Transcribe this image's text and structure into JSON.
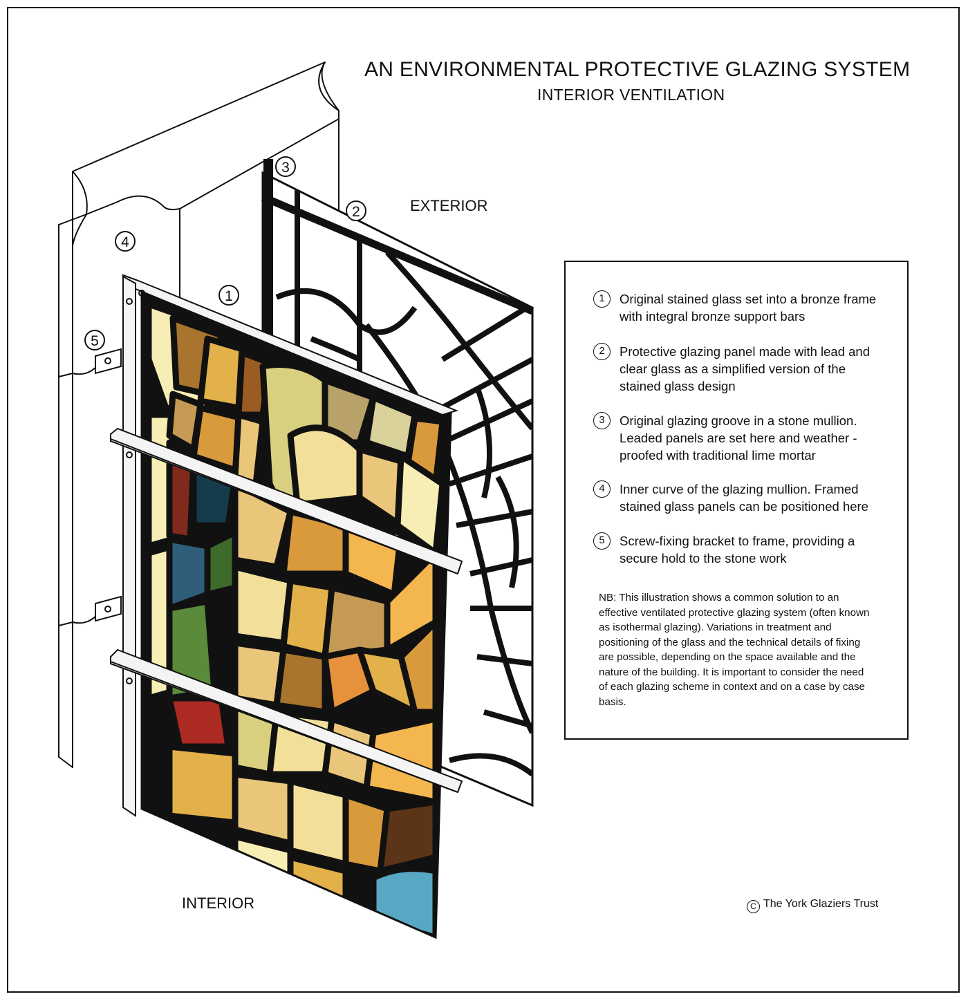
{
  "title": "AN ENVIRONMENTAL PROTECTIVE GLAZING SYSTEM",
  "subtitle": "INTERIOR VENTILATION",
  "labels": {
    "exterior": "EXTERIOR",
    "interior": "INTERIOR"
  },
  "callouts": [
    "1",
    "2",
    "3",
    "4",
    "5"
  ],
  "legend": {
    "items": [
      {
        "number": "1",
        "text": "Original stained glass set into a bronze frame with integral bronze support bars"
      },
      {
        "number": "2",
        "text": "Protective glazing panel made with lead and clear glass as a simplified version of the stained glass design"
      },
      {
        "number": "3",
        "text": "Original glazing groove in a stone mullion. Leaded panels are set here and weather - proofed with traditional lime mortar"
      },
      {
        "number": "4",
        "text": "Inner curve of the glazing mullion. Framed stained glass panels can be positioned here"
      },
      {
        "number": "5",
        "text": "Screw-fixing bracket to frame, providing a secure hold to the stone work"
      }
    ],
    "note": "NB: This illustration shows a common solution to an effective ventilated protective glazing system (often known as isothermal glazing). Variations in treatment and positioning of the glass and the technical details of fixing are possible, depending on the space available and the nature of the building. It is important to consider the need of each glazing scheme in context and on a case by case basis."
  },
  "copyright": {
    "symbol": "C",
    "text": "The York Glaziers Trust"
  },
  "colors": {
    "lead": "#111111",
    "stone": "#ffffff",
    "bronze_bar": "#f4f4f4",
    "glass": [
      "#a8742e",
      "#e3b14a",
      "#d99a3c",
      "#f1df9a",
      "#d8d07e",
      "#e9c67a",
      "#9a5c22",
      "#c49a55",
      "#f4b64e",
      "#e6913c",
      "#f7eeb5",
      "#3e6b2c",
      "#5a8a3a",
      "#7f2a1c",
      "#ab2a22",
      "#143c4a",
      "#2e5e7a",
      "#58a8c4",
      "#5c3418",
      "#b8a26a"
    ]
  }
}
